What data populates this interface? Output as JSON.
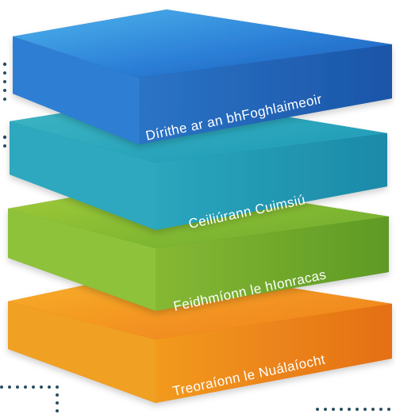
{
  "layers": [
    {
      "label": "Dírithe ar an bhFoghlaimeoir",
      "color": "#2f7fdc"
    },
    {
      "label": "Ceiliúrann Cuimsiú",
      "color": "#2aa9c1"
    },
    {
      "label": "Feidhmíonn le hIonracas",
      "color": "#7fbb33"
    },
    {
      "label": "Treoraíonn le Nuálaíocht",
      "color": "#f08a1c"
    }
  ]
}
